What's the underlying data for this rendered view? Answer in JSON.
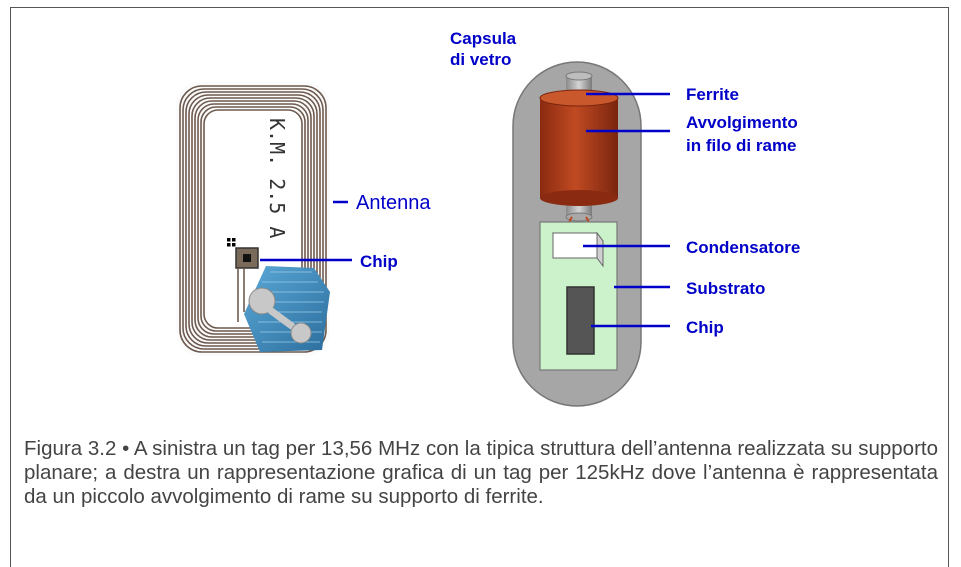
{
  "left_tag": {
    "chip_marking": "K.M. 2.5 A",
    "labels": {
      "antenna": "Antenna",
      "chip": "Chip"
    }
  },
  "right_tag": {
    "capsule_label_line1": "Capsula",
    "capsule_label_line2": "di vetro",
    "labels": {
      "ferrite": "Ferrite",
      "winding_line1": "Avvolgimento",
      "winding_line2": "in filo di rame",
      "capacitor": "Condensatore",
      "substrate": "Substrato",
      "chip": "Chip"
    }
  },
  "caption": "Figura 3.2 • A sinistra un tag per 13,56 MHz con la tipica struttura dell’antenna realizzata su supporto planare; a destra un rappresentazione grafica di un tag per 125kHz dove l’antenna è rappresentata da un piccolo avvolgimento di rame su supporto di ferrite.",
  "colors": {
    "label_blue": "#0000c8",
    "copper": "#b0401c",
    "capsule_grey": "#a6a6a6",
    "substrate_green": "#ccf2cc",
    "antenna_wire": "#6e5a4e"
  }
}
